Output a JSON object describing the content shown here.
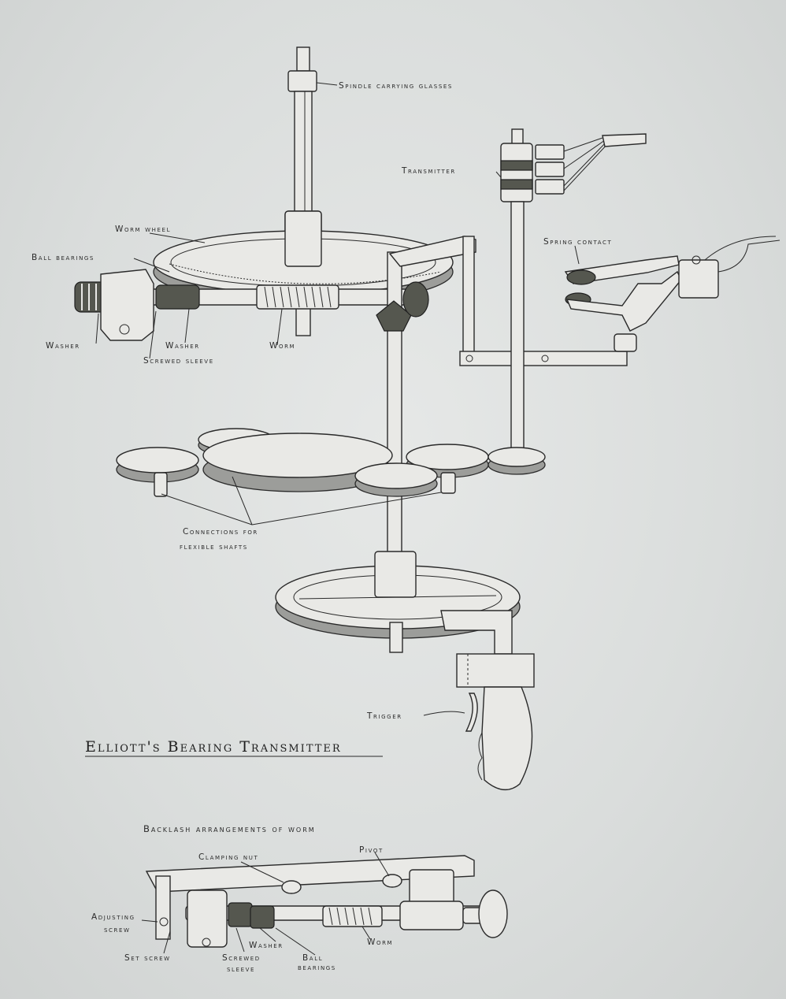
{
  "title": "Elliott's Bearing Transmitter",
  "labels": {
    "spindle": "Spindle carrying glasses",
    "transmitter": "Transmitter",
    "worm_wheel": "Worm wheel",
    "spring_contact": "Spring contact",
    "ball_bearings": "Ball bearings",
    "washer_left": "Washer",
    "washer_mid": "Washer",
    "screwed_sleeve": "Screwed sleeve",
    "worm": "Worm",
    "connections_1": "Connections for",
    "connections_2": "flexible shafts",
    "trigger": "Trigger"
  },
  "backlash": {
    "heading": "Backlash arrangements of worm",
    "clamping_nut": "Clamping nut",
    "pivot": "Pivot",
    "adjusting_1": "Adjusting",
    "adjusting_2": "screw",
    "set_screw": "Set screw",
    "washer": "Washer",
    "screwed_1": "Screwed",
    "screwed_2": "sleeve",
    "ball_1": "Ball",
    "ball_2": "bearings",
    "worm": "Worm"
  }
}
